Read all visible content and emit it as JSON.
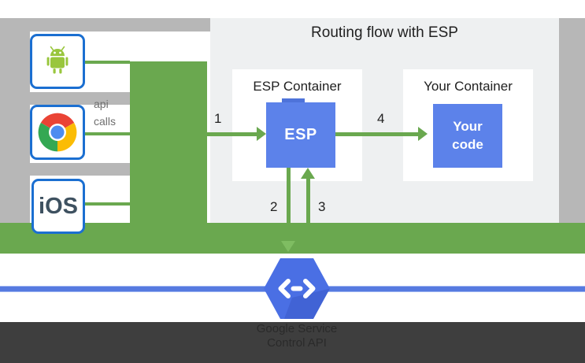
{
  "title": "Routing flow with ESP",
  "clients": {
    "android": {
      "icon": "android-icon"
    },
    "chrome": {
      "icon": "chrome-icon"
    },
    "ios": {
      "label": "iOS"
    }
  },
  "api_calls": {
    "line1": "api",
    "line2": "calls"
  },
  "esp_container": {
    "title": "ESP Container",
    "esp_label": "ESP"
  },
  "your_container": {
    "title": "Your Container",
    "code_line1": "Your",
    "code_line2": "code"
  },
  "steps": {
    "s1": "1",
    "s2": "2",
    "s3": "3",
    "s4": "4"
  },
  "service": {
    "line1": "Google Service",
    "line2": "Control API",
    "icon": "cloud-endpoints-hexagon-icon"
  },
  "colors": {
    "green": "#6aa84f",
    "blue_box": "#5c82ea",
    "gray": "#b7b7b7",
    "panel_bg": "#eef0f1",
    "hexagon_blue": "#4a6fe4",
    "service_line_blue": "#567ae0",
    "footer_dark": "#3e3e3e",
    "client_border_blue": "#1b6fd1"
  }
}
